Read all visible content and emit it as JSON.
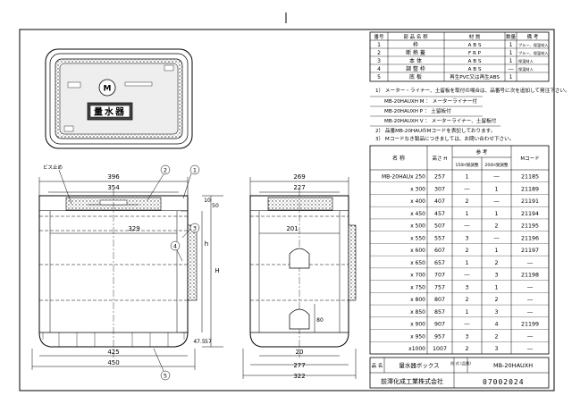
{
  "parts_table": {
    "headers": [
      "番号",
      "部 品 名 称",
      "材 質",
      "数量",
      "備 考"
    ],
    "rows": [
      [
        "1",
        "枠",
        "A B S",
        "1",
        "ブルー、保温材入"
      ],
      [
        "2",
        "断 熱 蓋",
        "F R P",
        "1",
        "ブルー、保温材入"
      ],
      [
        "3",
        "本 体",
        "A B S",
        "1",
        "保温材入"
      ],
      [
        "4",
        "調 整 枠",
        "A B S",
        "―",
        "保温材入"
      ],
      [
        "5",
        "底 板",
        "再生PVC又は再生ABS",
        "1",
        ""
      ]
    ]
  },
  "notes": {
    "note1": "1） メーター・ライナー、土留板を取付の場合は、品番号に次を追加して発注下さい。",
    "sub_a": "MB-20HAUXH M ： メーターライナー付",
    "sub_b": "MB-20HAUXH P ： 土留板付",
    "sub_c": "MB-20HAUXH V ： メーターライナー、土留板付",
    "note2": "2） 品番MB-20HAUのMコードを表記しております。",
    "note3": "3） Mコードなき製品につきましては、お問い合わせ下さい。"
  },
  "size_table": {
    "col_name": "名 称",
    "col_height": "高さ H",
    "col_ref": "参 考",
    "col_ref_a": "150H受調整",
    "col_ref_b": "200H受調整",
    "col_mcode": "Mコード",
    "rows": [
      [
        "MB-20HAUx 250",
        "257",
        "1",
        "―",
        "21185"
      ],
      [
        "x 300",
        "307",
        "―",
        "1",
        "21189"
      ],
      [
        "x 400",
        "407",
        "2",
        "―",
        "21191"
      ],
      [
        "x 450",
        "457",
        "1",
        "1",
        "21194"
      ],
      [
        "x 500",
        "507",
        "―",
        "2",
        "21195"
      ],
      [
        "x 550",
        "557",
        "3",
        "―",
        "21196"
      ],
      [
        "x 600",
        "607",
        "2",
        "1",
        "21197"
      ],
      [
        "x 650",
        "657",
        "1",
        "2",
        "―"
      ],
      [
        "x 700",
        "707",
        "―",
        "3",
        "21198"
      ],
      [
        "x 750",
        "757",
        "3",
        "1",
        "―"
      ],
      [
        "x 800",
        "807",
        "2",
        "2",
        "―"
      ],
      [
        "x 850",
        "857",
        "1",
        "3",
        "―"
      ],
      [
        "x 900",
        "907",
        "―",
        "4",
        "21199"
      ],
      [
        "x 950",
        "957",
        "3",
        "2",
        "―"
      ],
      [
        "x1000",
        "1007",
        "2",
        "3",
        "―"
      ]
    ]
  },
  "title_block": {
    "label_name": "品 名",
    "name": "量水器ボックス",
    "label_model": "形 式 (品番)",
    "model": "MB-20HAUXH",
    "company": "前澤化成工業株式会社",
    "drawing_no": "07002024"
  },
  "lid": {
    "text": "量水器",
    "logo": "M"
  },
  "callouts": {
    "c1": "1",
    "c2": "2",
    "c3": "3",
    "c4": "4",
    "c5": "5"
  },
  "labels": {
    "screw": "ビス止め"
  },
  "front_dims": {
    "d396": "396",
    "d354": "354",
    "d329": "329",
    "d425": "425",
    "d450": "450",
    "d10": "10",
    "d50": "50",
    "dH": "H",
    "dh": "h",
    "d47": "47.5",
    "d57": "57"
  },
  "side_dims": {
    "d269": "269",
    "d227": "227",
    "d201": "201",
    "d277": "277",
    "d322": "322",
    "d80": "80",
    "d20": "20"
  }
}
